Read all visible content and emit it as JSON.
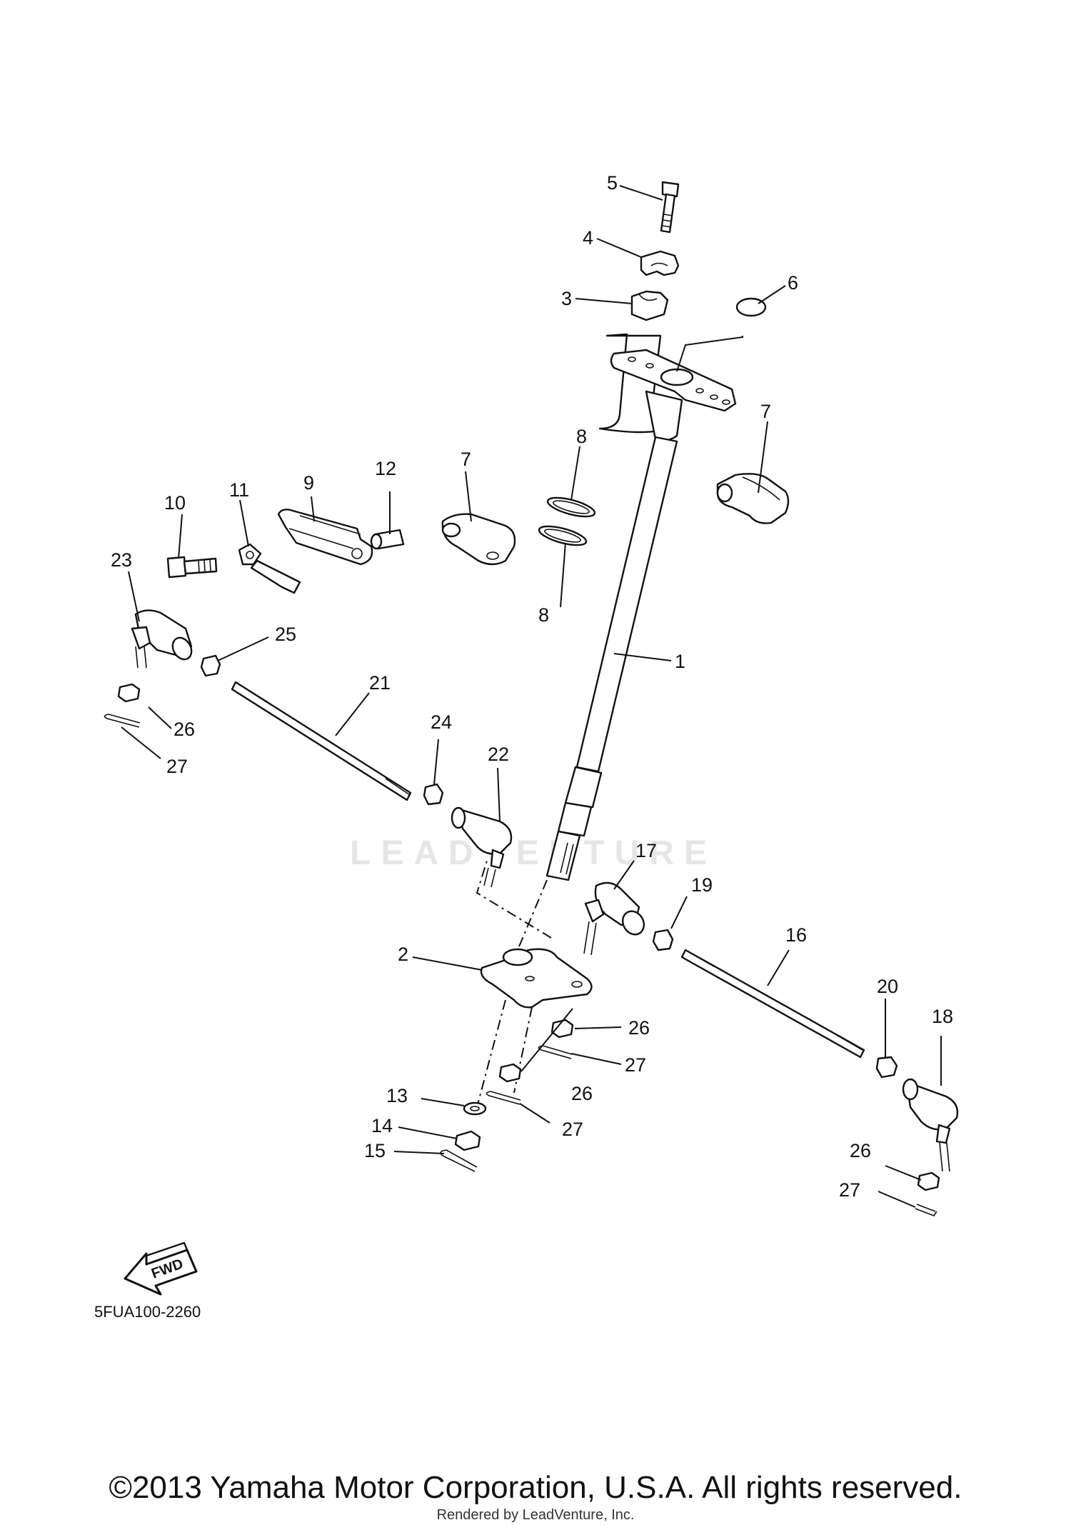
{
  "diagram": {
    "drawing_code": "5FUA100-2260",
    "fwd_label": "FWD",
    "watermark": "LEADVENTURE",
    "copyright": "©2013 Yamaha Motor Corporation, U.S.A. All rights reserved.",
    "rendered_by": "Rendered by LeadVenture, Inc.",
    "callouts": [
      "1",
      "2",
      "3",
      "4",
      "5",
      "6",
      "7",
      "7",
      "8",
      "8",
      "9",
      "10",
      "11",
      "12",
      "13",
      "14",
      "15",
      "16",
      "17",
      "18",
      "19",
      "20",
      "21",
      "22",
      "23",
      "24",
      "25",
      "26",
      "26",
      "26",
      "26",
      "27",
      "27",
      "27",
      "27"
    ]
  }
}
